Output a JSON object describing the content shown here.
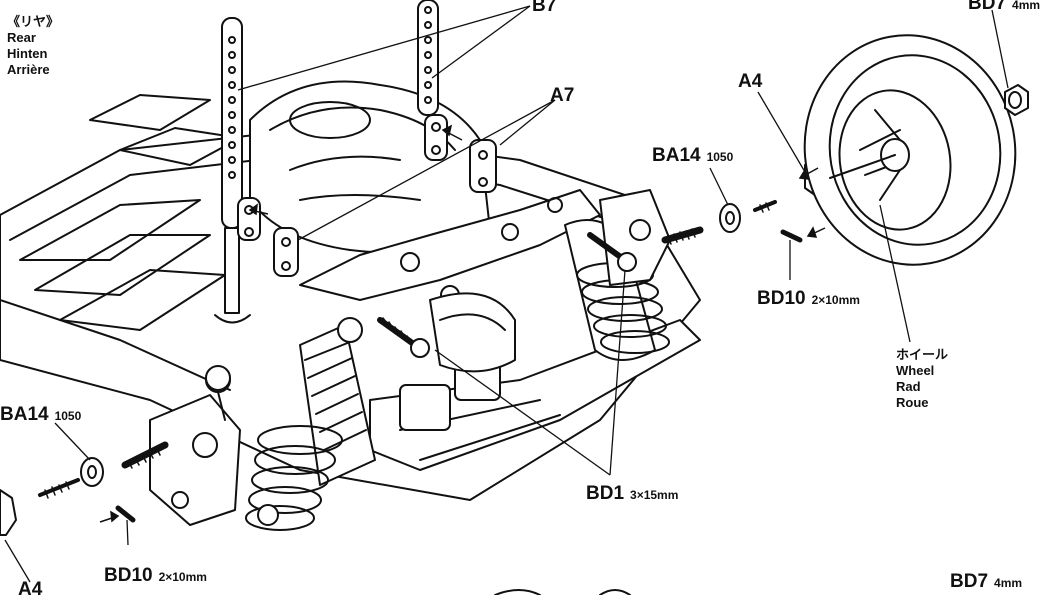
{
  "labels": {
    "rear_jp": "《リヤ》",
    "rear_en": "Rear",
    "rear_de": "Hinten",
    "rear_fr": "Arrière",
    "bd7_top": "BD7",
    "bd7_top_size": "4mm",
    "b7": "B7",
    "a7": "A7",
    "a4_right": "A4",
    "ba14_right": "BA14",
    "ba14_right_size": "1050",
    "bd10_right": "BD10",
    "bd10_right_size": "2×10mm",
    "wheel_jp": "ホイール",
    "wheel_en": "Wheel",
    "wheel_de": "Rad",
    "wheel_fr": "Roue",
    "ba14_left": "BA14",
    "ba14_left_size": "1050",
    "bd10_left": "BD10",
    "bd10_left_size": "2×10mm",
    "a4_left": "A4",
    "bd1": "BD1",
    "bd1_size": "3×15mm",
    "bd7_bottom": "BD7",
    "bd7_bottom_size": "4mm"
  }
}
